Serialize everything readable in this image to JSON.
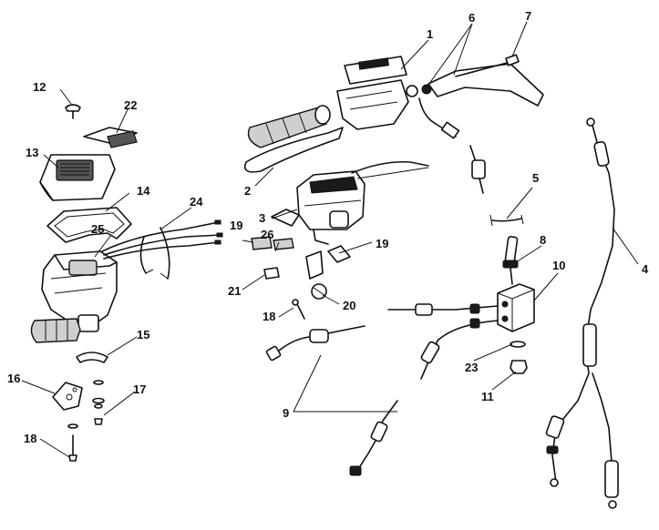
{
  "callouts": {
    "c1": "1",
    "c2": "2",
    "c3": "3",
    "c4": "4",
    "c5": "5",
    "c6": "6",
    "c7": "7",
    "c8": "8",
    "c9": "9",
    "c10": "10",
    "c11": "11",
    "c12": "12",
    "c13": "13",
    "c14": "14",
    "c15": "15",
    "c16": "16",
    "c17": "17",
    "c18a": "18",
    "c18b": "18",
    "c19a": "19",
    "c19b": "19",
    "c20": "20",
    "c21": "21",
    "c22": "22",
    "c23": "23",
    "c24": "24",
    "c25": "25",
    "c26": "26"
  }
}
